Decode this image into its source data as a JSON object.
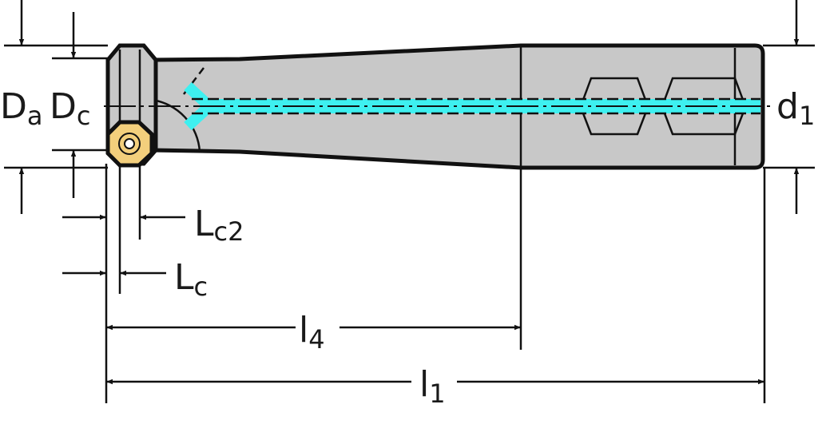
{
  "labels": {
    "Da": {
      "main": "D",
      "sub": "a"
    },
    "Dc": {
      "main": "D",
      "sub": "c"
    },
    "d1": {
      "main": "d",
      "sub": "1"
    },
    "Lc2": {
      "main": "L",
      "sub": "c2"
    },
    "Lc": {
      "main": "L",
      "sub": "c"
    },
    "l4": {
      "main": "l",
      "sub": "4"
    },
    "l1": {
      "main": "l",
      "sub": "1"
    }
  },
  "colors": {
    "body": "#c8c8c8",
    "coolant": "#3ef0f0",
    "insert": "#f3cf7c",
    "line": "#111111"
  }
}
